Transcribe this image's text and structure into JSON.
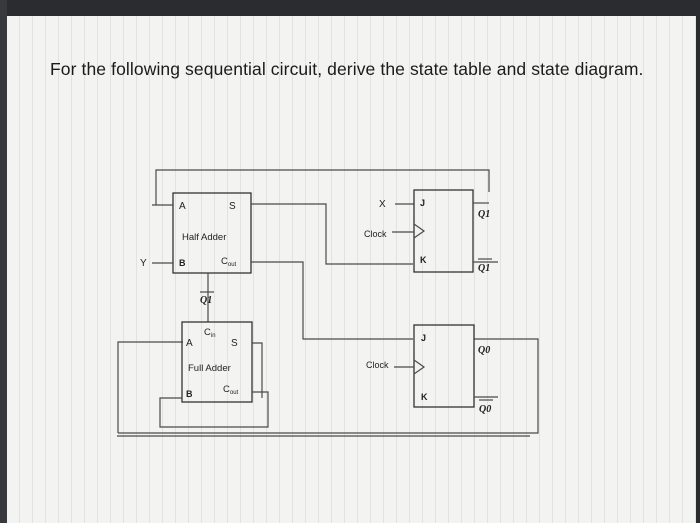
{
  "question": "For the following sequential circuit, derive the state table and state diagram.",
  "half_adder": {
    "title": "Half Adder",
    "in_a": "A",
    "in_b": "B",
    "out_s": "S",
    "out_cout": "C",
    "out_cout_sub": "out"
  },
  "full_adder": {
    "title": "Full Adder",
    "in_a": "A",
    "in_b": "B",
    "in_cin": "C",
    "in_cin_sub": "in",
    "out_s": "S",
    "out_cout": "C",
    "out_cout_sub": "out"
  },
  "input_y": "Y",
  "signal_x": "X",
  "q1_bar_feedback": "Q1",
  "ff1": {
    "j": "J",
    "k": "K",
    "clock": "Clock",
    "q": "Q1",
    "qbar": "Q1"
  },
  "ff0": {
    "j": "J",
    "k": "K",
    "clock": "Clock",
    "q": "Q0",
    "qbar": "Q0"
  }
}
